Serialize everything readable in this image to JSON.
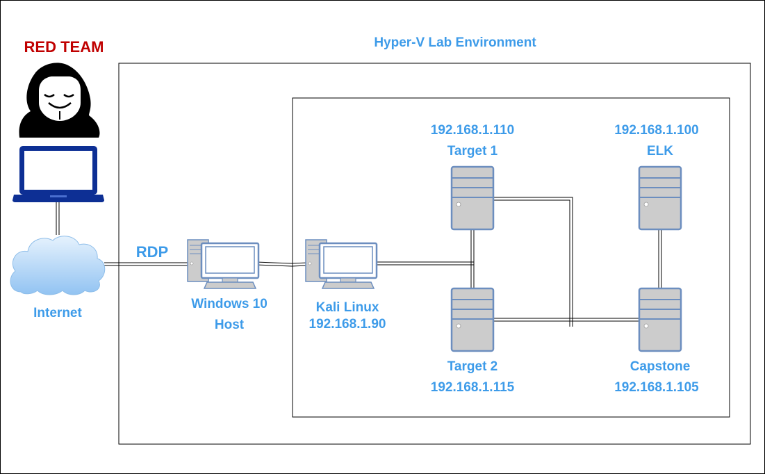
{
  "title": "Hyper-V Lab Environment",
  "red_team": {
    "label": "RED TEAM"
  },
  "internet": {
    "label": "Internet"
  },
  "connection": {
    "label": "RDP"
  },
  "windows_host": {
    "line1": "Windows 10",
    "line2": "Host"
  },
  "kali": {
    "name": "Kali Linux",
    "ip": "192.168.1.90"
  },
  "servers": {
    "target1": {
      "ip": "192.168.1.110",
      "name": "Target 1"
    },
    "elk": {
      "ip": "192.168.1.100",
      "name": "ELK"
    },
    "target2": {
      "name": "Target 2",
      "ip": "192.168.1.115"
    },
    "capstone": {
      "name": "Capstone",
      "ip": "192.168.1.105"
    }
  },
  "colors": {
    "label_blue": "#3d9be9",
    "red_team": "#c00000",
    "server_fill": "#cccccc",
    "server_stroke": "#6c8ebf",
    "laptop": "#0d2f94",
    "cloud": "#a8cff5"
  },
  "icons": {
    "hacker": "hacker-icon",
    "laptop": "laptop-icon",
    "cloud": "cloud-icon",
    "pc": "desktop-pc-icon",
    "server": "server-tower-icon"
  }
}
